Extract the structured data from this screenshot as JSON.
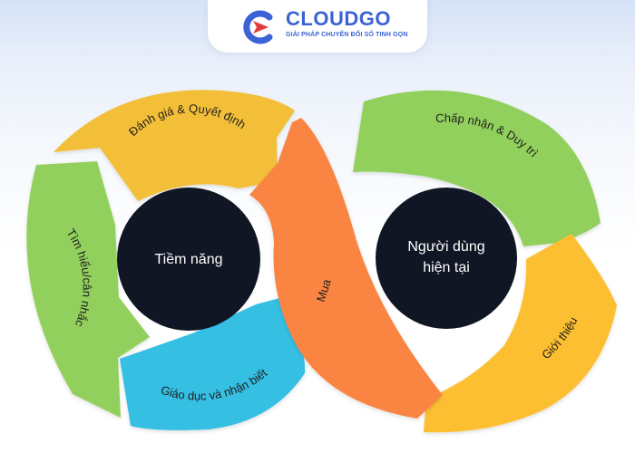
{
  "brand": {
    "name": "CLOUDGO",
    "tagline": "GIẢI PHÁP CHUYỂN ĐỔI SỐ TINH GỌN",
    "colors": {
      "blue": "#3b63d6",
      "red": "#e23b3b"
    }
  },
  "diagram": {
    "left_loop": {
      "center_label": "Tiềm năng",
      "segments": {
        "evaluate": "Đánh giá & Quyết định",
        "research": "Tìm hiểu/cân nhắc",
        "educate": "Giáo dục và nhận biết"
      }
    },
    "bridge": {
      "label": "Mua"
    },
    "right_loop": {
      "center_label_line1": "Người dùng",
      "center_label_line2": "hiện tại",
      "segments": {
        "adopt": "Chấp nhận & Duy trì",
        "refer": "Giới thiệu"
      }
    },
    "colors": {
      "yellow": "#f4bf37",
      "green": "#92d05d",
      "blue": "#35bfe3",
      "orange": "#fa8543",
      "dark_circle": "#101624"
    }
  }
}
